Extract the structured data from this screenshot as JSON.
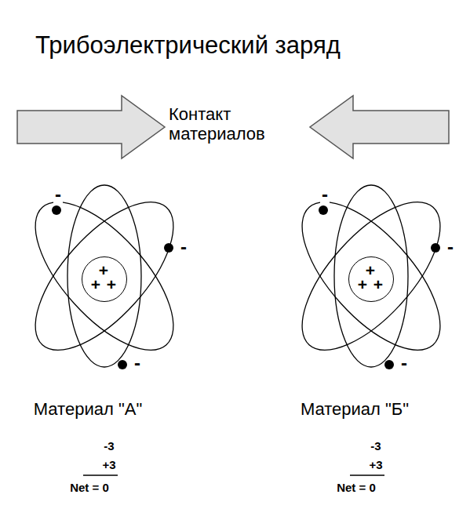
{
  "diagram": {
    "title": "Трибоэлектрический заряд",
    "nodes": [
      {
        "text": [
          "+",
          "+",
          "+"
        ]
      },
      {
        "text": [
          "+",
          "+",
          "+"
        ]
      }
    ],
    "labels": [
      "Контакт материалов",
      "-",
      "-",
      "-",
      "Материал \"А\"",
      "-3",
      "+3",
      "Net = 0",
      "-",
      "-",
      "-",
      "Материал \"Б\"",
      "-3",
      "+3",
      "Net = 0"
    ]
  }
}
